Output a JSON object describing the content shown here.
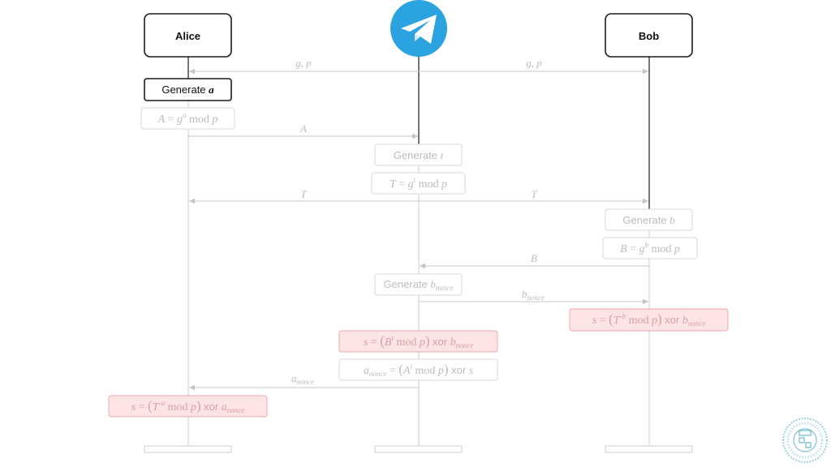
{
  "participants": {
    "alice": "Alice",
    "bob": "Bob",
    "server_icon": "telegram-icon"
  },
  "colors": {
    "active_line": "#1a1a1a",
    "faded_line": "#cfcfcf",
    "faded_text": "#bcbcbc",
    "secret_fill": "#fde4e4",
    "secret_border": "#f0a7a7",
    "secret_text": "#d9a0a0",
    "telegram_blue": "#2aa3e0"
  },
  "steps": {
    "alice_generate": {
      "word": "Generate",
      "var": "a"
    },
    "alice_compute": {
      "lhs": "A",
      "eq": "=",
      "base": "g",
      "exp": "a",
      "op": "mod",
      "mod": "p"
    },
    "server_generate_t": {
      "word": "Generate",
      "var": "t"
    },
    "server_compute": {
      "lhs": "T",
      "eq": "=",
      "base": "g",
      "exp": "t",
      "op": "mod",
      "mod": "p"
    },
    "bob_generate": {
      "word": "Generate",
      "var": "b"
    },
    "bob_compute": {
      "lhs": "B",
      "eq": "=",
      "base": "g",
      "exp": "b",
      "op": "mod",
      "mod": "p"
    },
    "server_generate_nonce": {
      "word": "Generate",
      "var": "b",
      "sub": "nonce"
    },
    "bob_secret": {
      "lhs": "s",
      "eq": "=",
      "lp": "(",
      "base": "T",
      "exp": "-b",
      "op": "mod",
      "mod": "p",
      "rp": ")",
      "xor": "xor",
      "x": "b",
      "xsub": "nonce"
    },
    "server_secret": {
      "lhs": "s",
      "eq": "=",
      "lp": "(",
      "base": "B",
      "exp": "t",
      "op": "mod",
      "mod": "p",
      "rp": ")",
      "xor": "xor",
      "x": "b",
      "xsub": "nonce"
    },
    "server_anonce": {
      "lhs": "a",
      "lsub": "nonce",
      "eq": "=",
      "lp": "(",
      "base": "A",
      "exp": "t",
      "op": "mod",
      "mod": "p",
      "rp": ")",
      "xor": "xor",
      "x": "s"
    },
    "alice_secret": {
      "lhs": "s",
      "eq": "=",
      "lp": "(",
      "base": "T",
      "exp": "-a",
      "op": "mod",
      "mod": "p",
      "rp": ")",
      "xor": "xor",
      "x": "a",
      "xsub": "nonce"
    }
  },
  "messages": {
    "gp_left": "g, p",
    "gp_right": "g, p",
    "A": "A",
    "T_left": "T",
    "T_right": "T",
    "B": "B",
    "bnonce": {
      "var": "b",
      "sub": "nonce"
    },
    "anonce": {
      "var": "a",
      "sub": "nonce"
    }
  }
}
